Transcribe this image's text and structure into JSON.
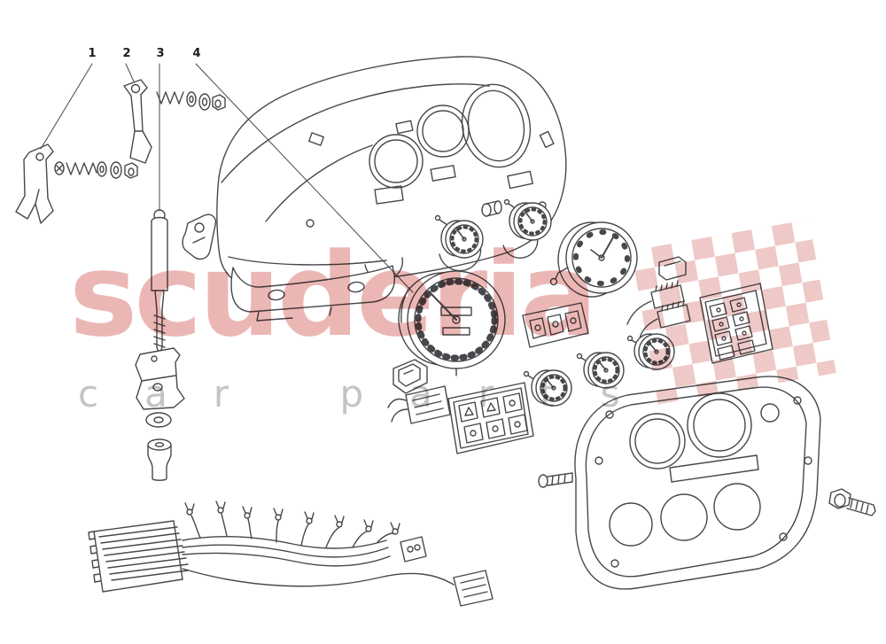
{
  "diagram": {
    "callouts": [
      {
        "label": "1"
      },
      {
        "label": "2"
      },
      {
        "label": "3"
      },
      {
        "label": "4"
      }
    ]
  },
  "watermark": {
    "brand": "scuderia",
    "tagline": "car parts",
    "brand_color": "#db7b78",
    "tagline_color": "#9c9c9c",
    "flag_color": "#dd938f"
  }
}
